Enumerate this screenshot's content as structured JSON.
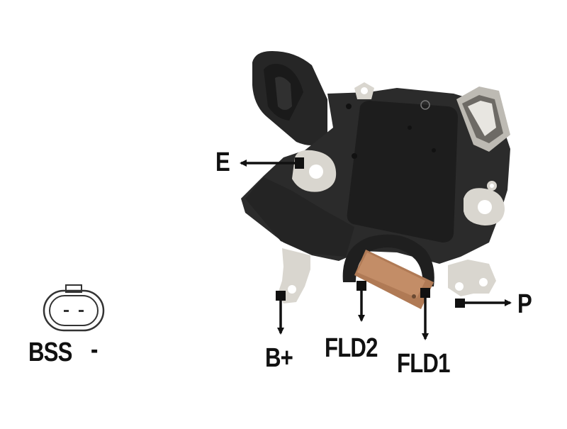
{
  "labels": {
    "e": "E",
    "p": "P",
    "b_plus": "B+",
    "fld2": "FLD2",
    "fld1": "FLD1",
    "bss": "BSS",
    "bss_suffix": "-"
  },
  "colors": {
    "housing": "#2a2a2a",
    "housing_light": "#3a3a3a",
    "metal": "#d9d6cf",
    "brush": "#b07a55",
    "arrow": "#111111"
  }
}
